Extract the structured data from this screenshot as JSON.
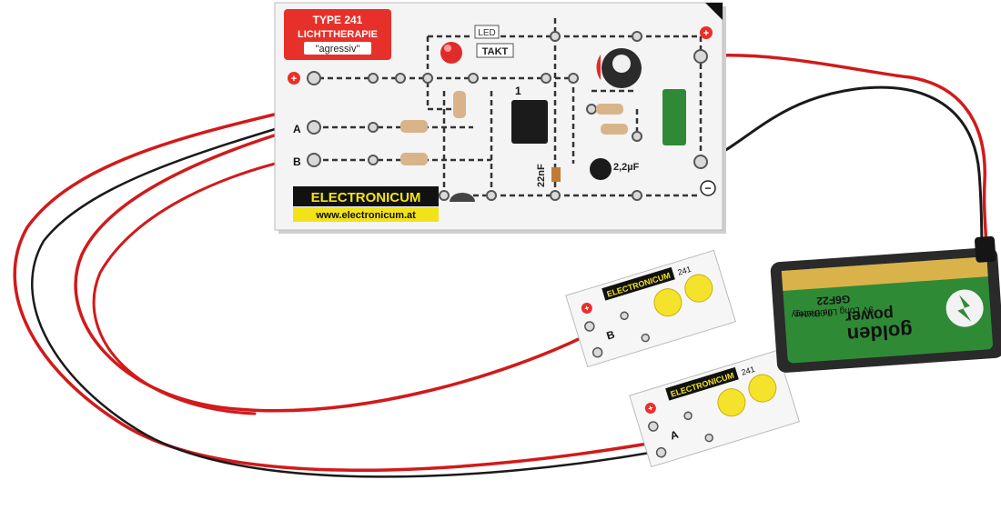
{
  "main_board": {
    "type_label": "TYPE 241",
    "name_label": "LICHTTHERAPIE",
    "mode_label": "\"agressiv\"",
    "led_label": "LED",
    "takt_label": "TAKT",
    "pin1_label": "1",
    "cap_small_label": "22nF",
    "cap_large_label": "2,2µF",
    "plus_symbol": "+",
    "minus_symbol": "−",
    "terminal_a": "A",
    "terminal_b": "B",
    "brand": "ELECTRONICUM",
    "website": "www.electronicum.at"
  },
  "led_board_b": {
    "brand": "ELECTRONICUM",
    "type": "241",
    "letter": "B",
    "plus_symbol": "+"
  },
  "led_board_a": {
    "brand": "ELECTRONICUM",
    "type": "241",
    "letter": "A",
    "plus_symbol": "+"
  },
  "battery": {
    "brand_line1": "golden",
    "brand_line2": "power",
    "model": "G6F22",
    "spec": "9V Long Life Battery",
    "mercury": "0,00%Hg"
  },
  "colors": {
    "wire_red": "#d11a1a",
    "wire_black": "#1a1a1a",
    "board": "#f4f4f4",
    "label_red": "#e8302a",
    "brand_yellow": "#f2e318",
    "battery_green": "#2f8a36",
    "led_yellow": "#f5e22a",
    "led_red": "#e12a2a"
  }
}
